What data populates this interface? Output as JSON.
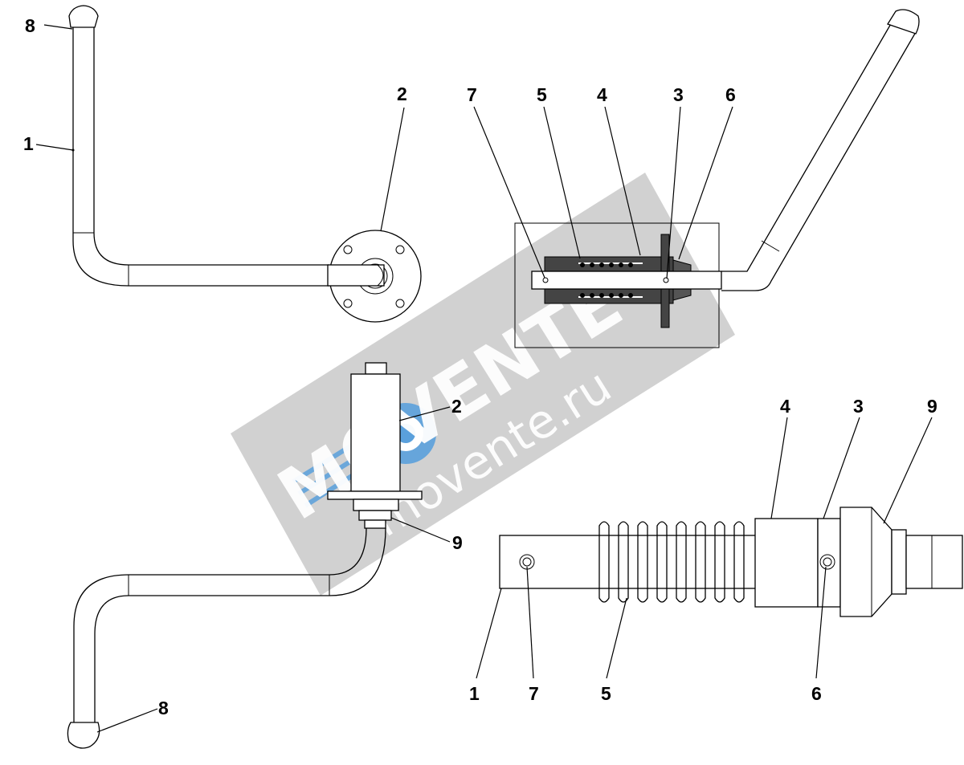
{
  "watermark": {
    "brand": "MOVENTE",
    "url": "movente.ru",
    "colors": {
      "band": "#c9c9c9",
      "band_text": "#ffffff",
      "logo_blue": "#5aa0dc"
    }
  },
  "views": {
    "top_left": {
      "callouts": {
        "handle": "8",
        "rod": "1",
        "flange": "2"
      }
    },
    "top_right": {
      "callouts": {
        "c7": "7",
        "c5": "5",
        "c4": "4",
        "c3": "3",
        "c6": "6"
      }
    },
    "bottom_left": {
      "callouts": {
        "flange": "2",
        "nut": "9",
        "handle": "8"
      }
    },
    "bottom_right": {
      "callouts_top": {
        "c4": "4",
        "c3": "3",
        "c9": "9"
      },
      "callouts_bottom": {
        "c1": "1",
        "c7": "7",
        "c5": "5",
        "c6": "6"
      }
    }
  }
}
